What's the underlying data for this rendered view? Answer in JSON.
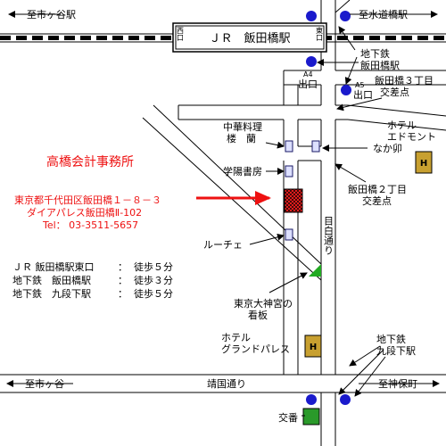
{
  "station": {
    "name": "ＪＲ　飯田橋駅",
    "west_label": "西口",
    "east_label": "東口"
  },
  "directions": {
    "top_left": "至市ヶ谷駅",
    "top_right": "至水道橋駅",
    "bottom_left": "至市ヶ谷",
    "bottom_right": "至神保町"
  },
  "exits": {
    "a4": "A4",
    "a4_sub": "出口",
    "a5": "A5",
    "a5_sub": "出口",
    "subway_top": [
      "地下鉄",
      "飯田橋駅"
    ],
    "subway_bottom": [
      "地下鉄",
      "九段下駅"
    ]
  },
  "intersections": {
    "iidabashi3": [
      "飯田橋３丁目",
      "交差点"
    ],
    "iidabashi2": [
      "飯田橋２丁目",
      "交差点"
    ]
  },
  "landmarks": {
    "chinese": [
      "中華料理",
      "楼　蘭"
    ],
    "nakau": "なか卯",
    "bookstore": "学陽書房",
    "luce": "ルーチェ",
    "mejiro": "目白通り",
    "hotel_edmont": [
      "ホテル",
      "エドモント"
    ],
    "shrine": [
      "東京大神宮の",
      "看板"
    ],
    "hotel_grand": [
      "ホテル",
      "グランドパレス"
    ],
    "yasukuni": "靖国通り",
    "koban": "交番",
    "hotel_mark": "H"
  },
  "office": {
    "name": "高橋会計事務所",
    "address1": "東京都千代田区飯田橋１－８－３",
    "address2": "ダイアパレス飯田橋Ⅱ-102",
    "tel": "Tel： 03-3511-5657"
  },
  "access": [
    {
      "line": "ＪＲ 飯田橋駅東口",
      "sep": "：",
      "time": "徒歩５分"
    },
    {
      "line": "地下鉄　飯田橋駅",
      "sep": "：",
      "time": "徒歩３分"
    },
    {
      "line": "地下鉄　九段下駅",
      "sep": "：",
      "time": "徒歩５分"
    }
  ],
  "colors": {
    "office": "#ee1111",
    "subway_marker": "#1a1acc",
    "hotel": "#c8a030",
    "koban": "#2a9a2a",
    "shrine_sign": "#22aa22"
  }
}
